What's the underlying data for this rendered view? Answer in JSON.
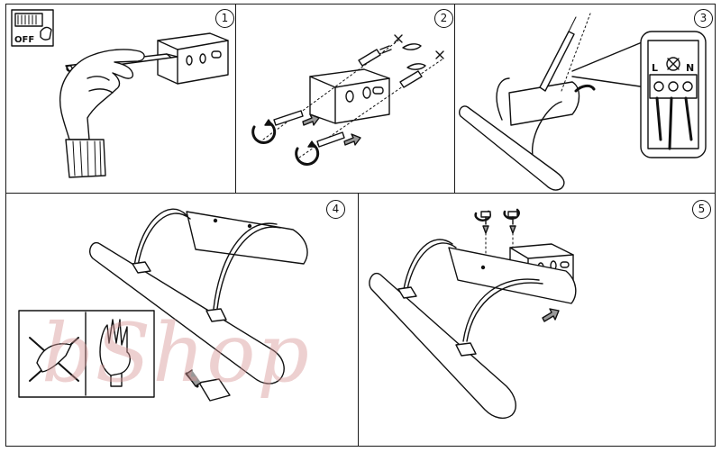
{
  "steps": [
    {
      "number": "1",
      "label_off": "OFF"
    },
    {
      "number": "2"
    },
    {
      "number": "3",
      "terminal_labels": [
        "L",
        "N"
      ]
    },
    {
      "number": "4"
    },
    {
      "number": "5"
    }
  ],
  "watermark": "bShop",
  "colors": {
    "line": "#111111",
    "watermark": "#d69696"
  }
}
